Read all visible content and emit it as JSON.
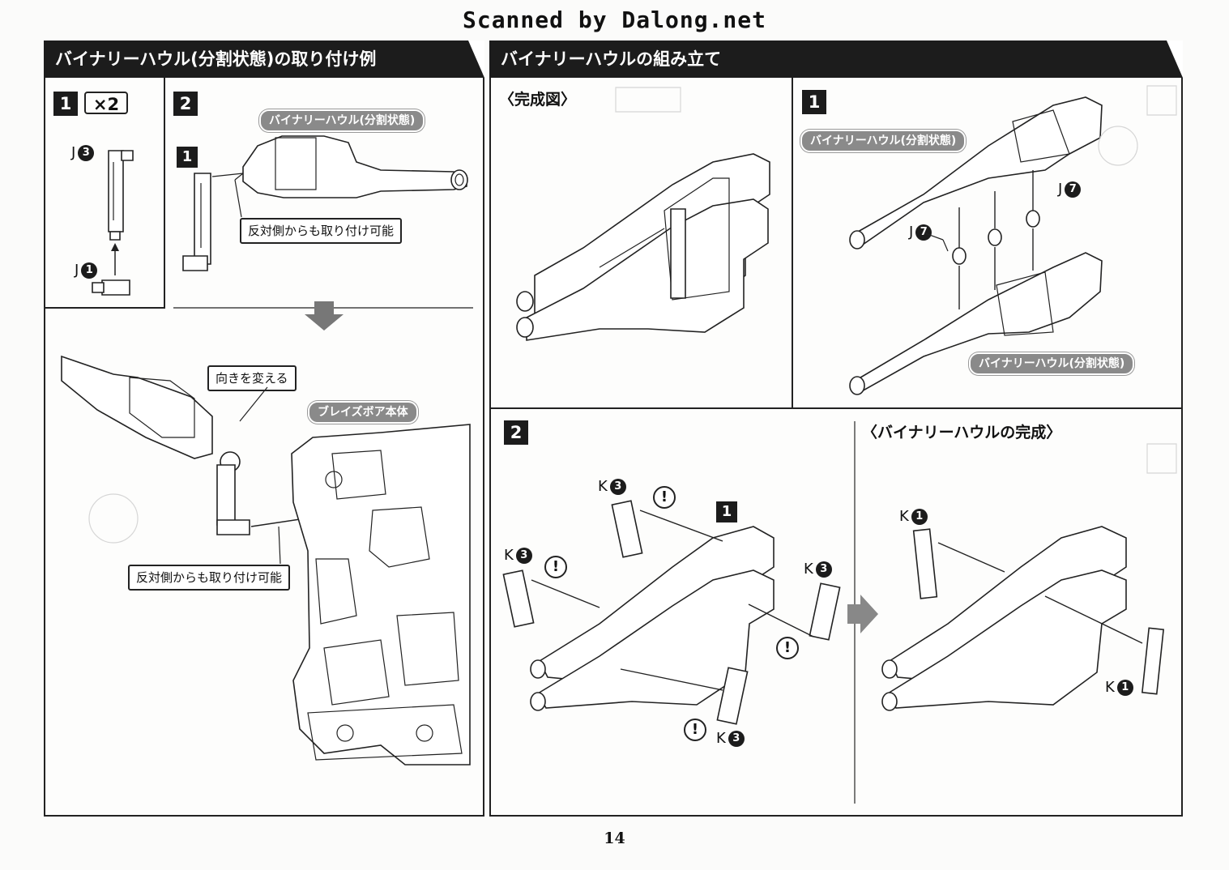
{
  "scan_banner": "Scanned by Dalong.net",
  "page_number": "14",
  "left_panel": {
    "header": "バイナリーハウル(分割状態)の取り付け例",
    "step1": {
      "num": "1",
      "multiplier": "×2",
      "part_top": "J",
      "part_top_num": "3",
      "part_bottom": "J",
      "part_bottom_num": "1"
    },
    "step2": {
      "num": "2",
      "ref_step": "1",
      "label_pill": "バイナリーハウル(分割状態)",
      "callout": "反対側からも取り付け可能"
    },
    "bottom": {
      "callout_turn": "向きを変える",
      "label_pill_body": "ブレイズボア本体",
      "callout": "反対側からも取り付け可能"
    }
  },
  "right_panel": {
    "header": "バイナリーハウルの組み立て",
    "complete_title": "〈完成図〉",
    "step1": {
      "num": "1",
      "label_pill_top": "バイナリーハウル(分割状態)",
      "label_pill_bottom": "バイナリーハウル(分割状態)",
      "part": "J",
      "part_num": "7"
    },
    "step2": {
      "num": "2",
      "ref_step": "1",
      "part": "K",
      "part_num": "3",
      "warn": "!"
    },
    "complete2": {
      "title": "〈バイナリーハウルの完成〉",
      "part": "K",
      "part_num": "1"
    }
  },
  "icons": [
    "arrow-down-icon",
    "arrow-right-icon",
    "warning-icon"
  ]
}
